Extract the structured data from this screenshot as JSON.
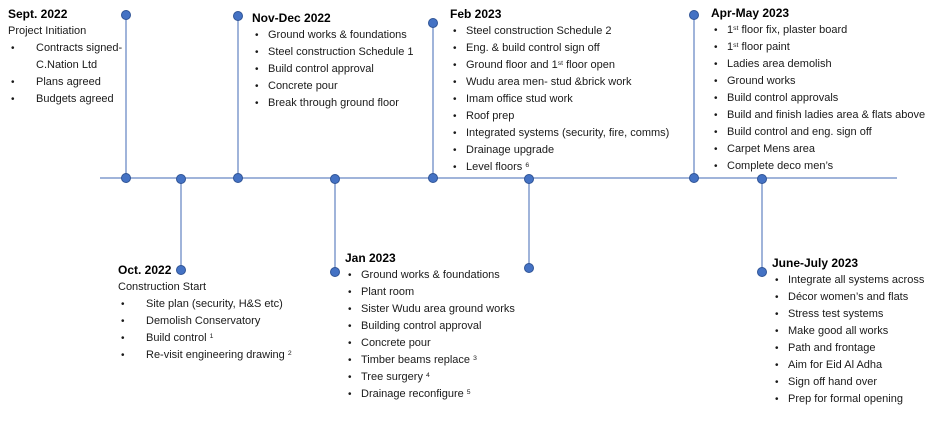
{
  "timeline": {
    "colors": {
      "axis_line": "#a0b4da",
      "connector_line": "#a0b4da",
      "dot_fill": "#4472c4",
      "dot_border": "#2f5496",
      "text": "#1a1a1a",
      "title_text": "#000000"
    },
    "blocks": [
      {
        "id": "sept-2022",
        "side": "above",
        "title": "Sept. 2022",
        "subtitle": "Project Initiation",
        "items": [
          "Contracts signed-\nC.Nation Ltd",
          "Plans agreed",
          "Budgets agreed"
        ]
      },
      {
        "id": "oct-2022",
        "side": "below",
        "title": "Oct. 2022",
        "subtitle": "Construction Start",
        "items": [
          "Site plan (security, H&S etc)",
          "Demolish Conservatory",
          [
            "Build control ",
            {
              "sup": "1"
            }
          ],
          [
            "Re-visit engineering drawing ",
            {
              "sup": "2"
            }
          ]
        ]
      },
      {
        "id": "novdec-2022",
        "side": "above",
        "title": "Nov-Dec 2022",
        "items": [
          "Ground works & foundations",
          "Steel construction Schedule 1",
          "Build control approval",
          "Concrete pour",
          "Break through ground floor"
        ]
      },
      {
        "id": "jan-2023",
        "side": "below",
        "title": "Jan 2023",
        "items": [
          "Ground works & foundations",
          "Plant room",
          "Sister Wudu area ground works",
          "Building control approval",
          "Concrete pour",
          [
            "Timber beams replace ",
            {
              "sup": "3"
            }
          ],
          [
            "Tree surgery ",
            {
              "sup": "4"
            }
          ],
          [
            "Drainage reconfigure ",
            {
              "sup": "5"
            }
          ]
        ]
      },
      {
        "id": "feb-2023",
        "side": "above",
        "title": "Feb 2023",
        "items": [
          "Steel construction Schedule 2",
          "Eng. & build control sign off",
          [
            "Ground floor and 1",
            {
              "sup": "st"
            },
            " floor open"
          ],
          "Wudu area men- stud &brick work",
          "Imam office stud work",
          "Roof prep",
          "Integrated systems (security, fire, comms)",
          "Drainage upgrade",
          [
            "Level floors ",
            {
              "sup": "6"
            }
          ]
        ]
      },
      {
        "id": "aprmay-2023",
        "side": "above",
        "title": "Apr-May 2023",
        "items": [
          [
            "1",
            {
              "sup": "st"
            },
            " floor fix, plaster board"
          ],
          [
            "1",
            {
              "sup": "st"
            },
            " floor paint"
          ],
          "Ladies area demolish",
          "Ground works",
          "Build control approvals",
          "Build and finish ladies area & flats above",
          "Build control and eng. sign off",
          "Carpet Mens area",
          "Complete deco men’s"
        ]
      },
      {
        "id": "junejuly-2023",
        "side": "below",
        "title": "June-July 2023",
        "items": [
          "Integrate all systems across",
          "Décor women’s and flats",
          "Stress test systems",
          "Make good all works",
          "Path and frontage",
          "Aim for Eid Al Adha",
          "Sign off hand over",
          "Prep for formal opening"
        ]
      }
    ]
  }
}
